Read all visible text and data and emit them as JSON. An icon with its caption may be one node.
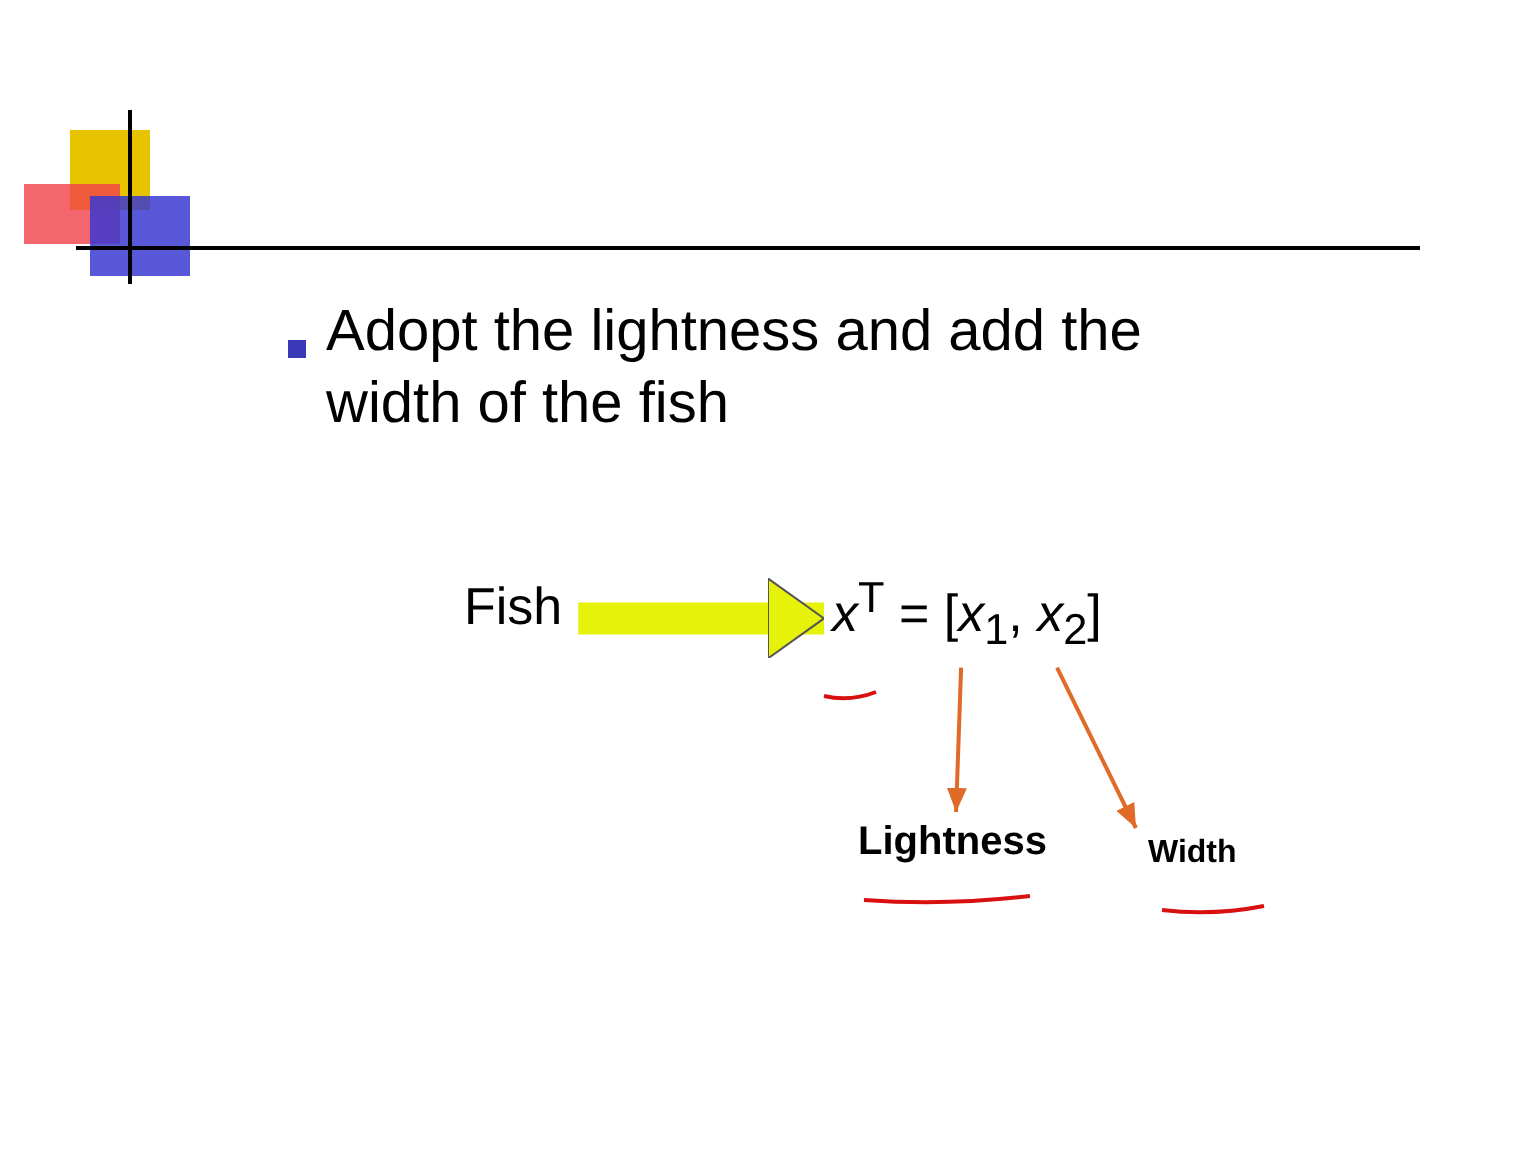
{
  "diagram": {
    "nodes": [
      {
        "text": [
          "Fish"
        ]
      },
      {
        "text": [
          "*x*$^{T}$ = [*x*$_{1}$, *x*$_{2}$]"
        ]
      },
      {
        "text": [
          "Lightness"
        ]
      },
      {
        "text": [
          "Width"
        ]
      }
    ],
    "edges": [
      {
        "from": 0,
        "to": 1,
        "arrow": "to",
        "style": "thick",
        "color": "#e6f20a"
      },
      {
        "from": 1,
        "to": 2,
        "arrow": "to"
      },
      {
        "from": 1,
        "to": 3,
        "arrow": "to"
      }
    ],
    "labels": [
      "Adopt the lightness and add the width of the fish"
    ]
  }
}
